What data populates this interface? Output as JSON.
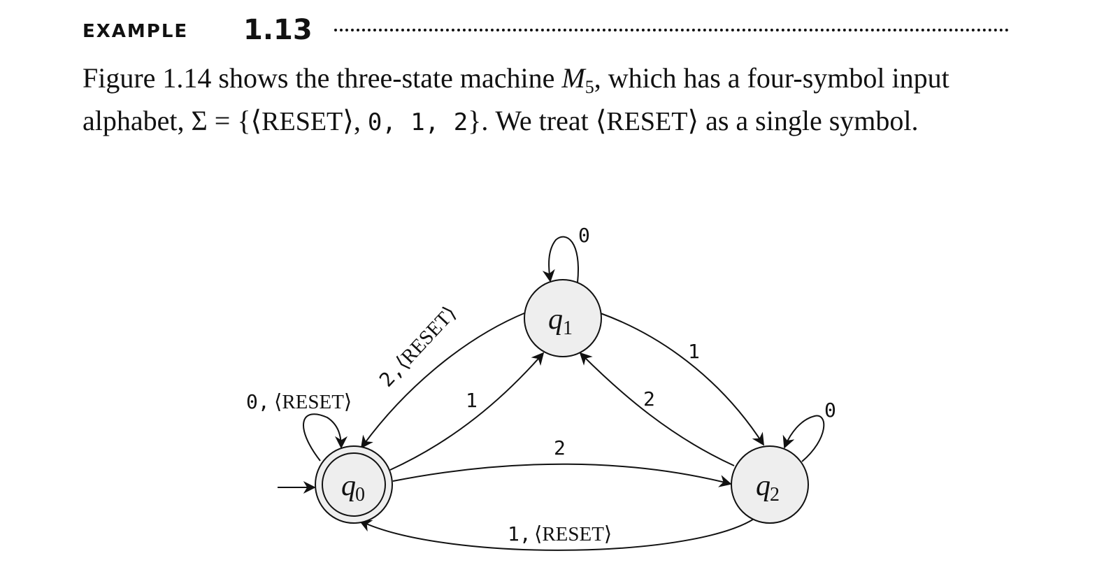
{
  "example": {
    "label": "EXAMPLE",
    "number": "1.13"
  },
  "paragraph": {
    "line1_a": "Figure 1.14 shows the three-state machine ",
    "machine_letter": "M",
    "machine_sub": "5",
    "line1_b": ", which has a four-symbol input",
    "line2_a": "alphabet, Σ = {⟨",
    "reset": "RESET",
    "line2_b": "⟩, ",
    "symbols": "0, 1, 2",
    "line2_c": "}. We treat ⟨",
    "line2_d": "⟩ as a single symbol."
  },
  "diagram": {
    "states": [
      {
        "name": "q",
        "sub": "0",
        "accept": true,
        "start": true
      },
      {
        "name": "q",
        "sub": "1",
        "accept": false,
        "start": false
      },
      {
        "name": "q",
        "sub": "2",
        "accept": false,
        "start": false
      }
    ],
    "fill_color": "#eeeeee",
    "edge_labels": {
      "q1_loop": "0",
      "q2_loop": "0",
      "q0_loop_mono": "0,",
      "q0_loop_serif": "⟨RESET⟩",
      "q1_to_q0_mono": "2,",
      "q1_to_q0_serif": "⟨RESET⟩",
      "q0_to_q1": "1",
      "q1_to_q2": "1",
      "q2_to_q1": "2",
      "q0_to_q2": "2",
      "q2_to_q0_mono": "1,",
      "q2_to_q0_serif": "⟨RESET⟩"
    }
  }
}
